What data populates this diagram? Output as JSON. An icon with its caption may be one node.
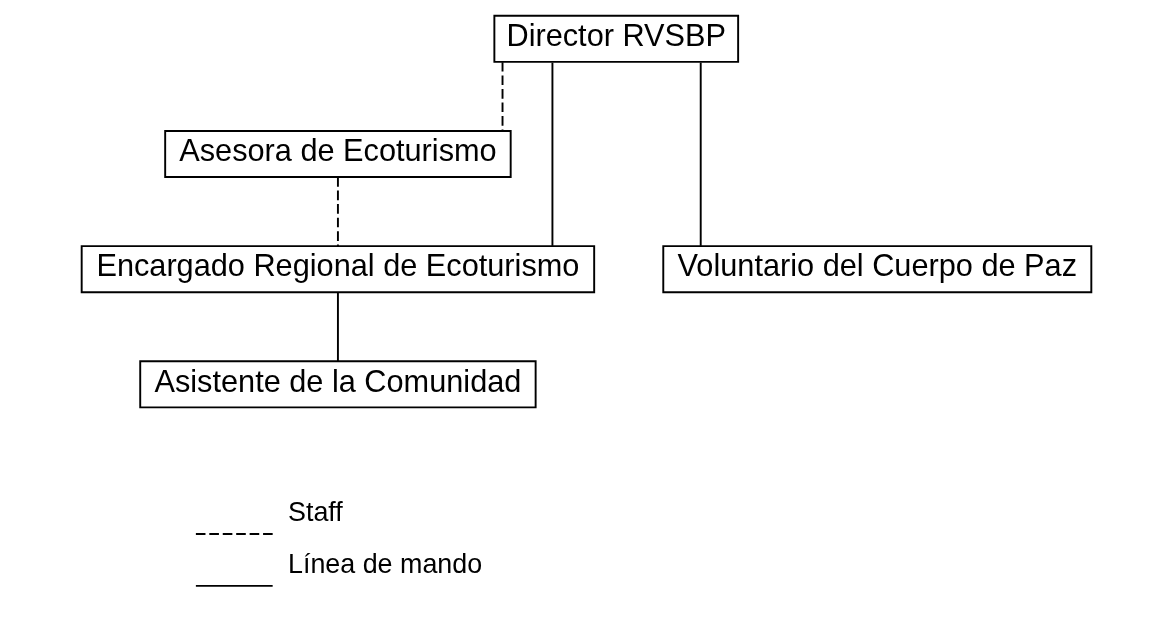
{
  "diagram": {
    "nodes": [
      {
        "text": [
          "Director RVSBP"
        ]
      },
      {
        "text": [
          "Asesora de Ecoturismo"
        ]
      },
      {
        "text": [
          "Encargado Regional de Ecoturismo"
        ]
      },
      {
        "text": [
          "Voluntario del Cuerpo de Paz"
        ]
      },
      {
        "text": [
          "Asistente de la Comunidad"
        ]
      }
    ],
    "edges": [
      {
        "from": 0,
        "to": 1,
        "arrow": "none",
        "style": "dashed"
      },
      {
        "from": 0,
        "to": 2,
        "arrow": "none"
      },
      {
        "from": 0,
        "to": 3,
        "arrow": "none"
      },
      {
        "from": 1,
        "to": 2,
        "arrow": "none",
        "style": "dashed"
      },
      {
        "from": 2,
        "to": 4,
        "arrow": "none"
      }
    ],
    "legend": [
      {
        "text": "Staff"
      },
      {
        "text": "Línea de mando"
      }
    ]
  }
}
